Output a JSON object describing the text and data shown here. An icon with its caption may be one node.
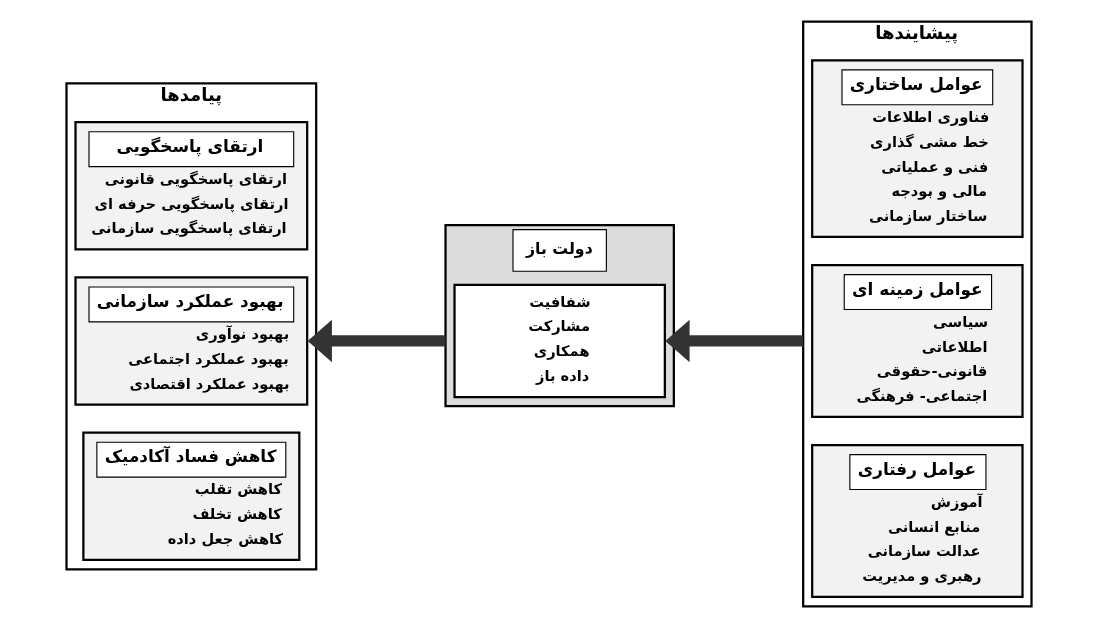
{
  "diagram": {
    "nodes": [
      {
        "text": [
          "پیشایندها"
        ]
      },
      {
        "text": [
          "عوامل ساختاری",
          "فناوری اطلاعات",
          "خط مشی گذاری",
          "فنی و عملیاتی",
          "مالی و بودجه",
          "ساختار سازمانی"
        ],
        "in": 0
      },
      {
        "text": [
          "عوامل زمینه ای",
          "سیاسی",
          "اطلاعاتی",
          "قانونی-حقوقی",
          "اجتماعی- فرهنگی"
        ],
        "in": 0
      },
      {
        "text": [
          "عوامل رفتاری",
          "آموزش",
          "منابع انسانی",
          "عدالت سازمانی",
          "رهبری و مدیریت"
        ],
        "in": 0
      },
      {
        "text": [
          "دولت باز"
        ]
      },
      {
        "text": [
          "شفافیت",
          "مشارکت",
          "همکاری",
          "داده باز"
        ],
        "in": 4
      },
      {
        "text": [
          "پیامدها"
        ]
      },
      {
        "text": [
          "ارتقای پاسخگویی",
          "ارتقای پاسخگویی قانونی",
          "ارتقای پاسخگویی حرفه ای",
          "ارتقای پاسخگویی سازمانی"
        ],
        "in": 6
      },
      {
        "text": [
          "بهبود عملکرد سازمانی",
          "بهبود نوآوری",
          "بهبود عملکرد اجتماعی",
          "بهبود عملکرد اقتصادی"
        ],
        "in": 6
      },
      {
        "text": [
          "کاهش فساد آکادمیک",
          "کاهش تقلب",
          "کاهش تخلف",
          "کاهش جعل داده"
        ],
        "in": 6
      }
    ],
    "edges": [
      {
        "from": 0,
        "to": 4,
        "arrow": "to"
      },
      {
        "from": 4,
        "to": 6,
        "arrow": "to"
      }
    ]
  }
}
